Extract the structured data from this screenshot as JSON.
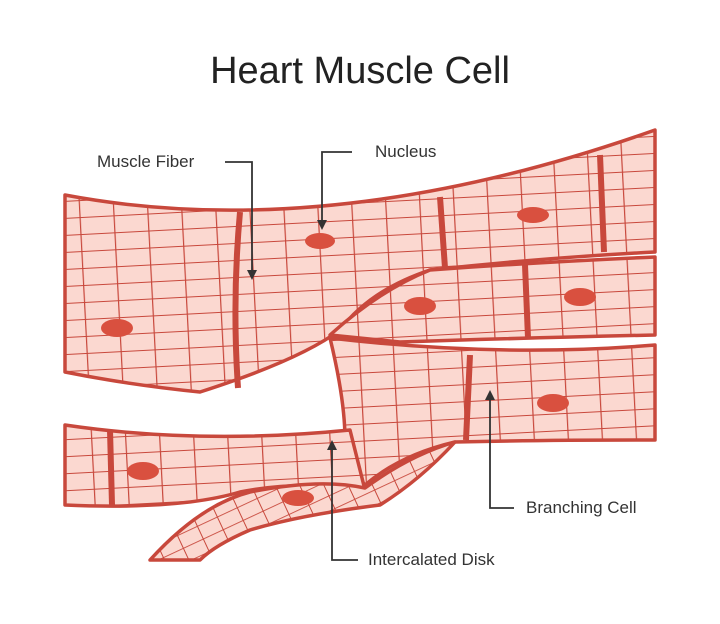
{
  "title": "Heart Muscle Cell",
  "labels": {
    "muscle_fiber": "Muscle Fiber",
    "nucleus": "Nucleus",
    "branching_cell": "Branching Cell",
    "intercalated_disk": "Intercalated Disk"
  },
  "colors": {
    "fill": "#fbd8d0",
    "line": "#c8483c",
    "nucleus": "#d9503f",
    "pointer": "#333333"
  }
}
